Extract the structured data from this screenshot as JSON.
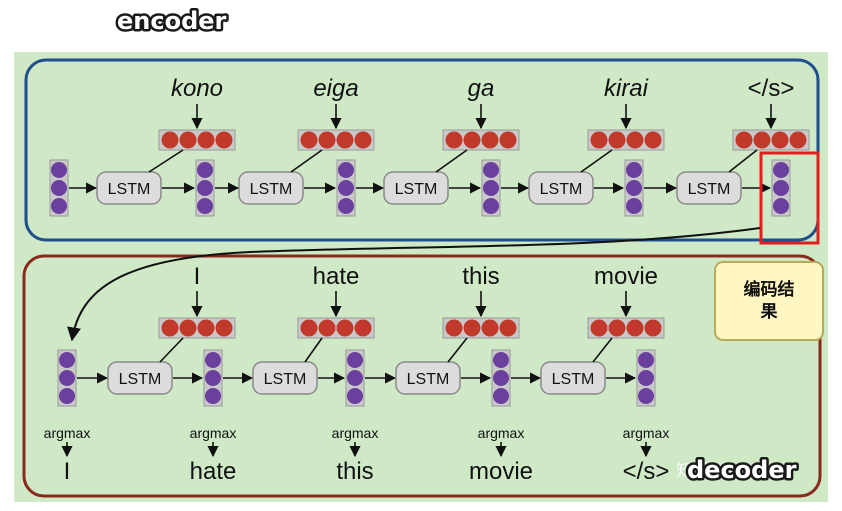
{
  "titles": {
    "encoder": "encoder",
    "decoder": "decoder"
  },
  "encoder": {
    "inputs": [
      "kono",
      "eiga",
      "ga",
      "kirai",
      "</s>"
    ],
    "cell_label": "LSTM"
  },
  "decoder": {
    "inputs": [
      "I",
      "hate",
      "this",
      "movie"
    ],
    "cell_label": "LSTM",
    "argmax_label": "argmax",
    "outputs": [
      "I",
      "hate",
      "this",
      "movie",
      "</s>"
    ]
  },
  "callout": {
    "text_line1": "编码结",
    "text_line2": "果"
  },
  "watermark": "知乎 @",
  "colors": {
    "background": "#cfe8c6",
    "encoder_border": "#1f4f8c",
    "decoder_border": "#8a2a1c",
    "embedding": "#c0392b",
    "hidden_state": "#6a3f9e",
    "highlight": "#e02020",
    "callout_fill": "#fff6c2"
  }
}
